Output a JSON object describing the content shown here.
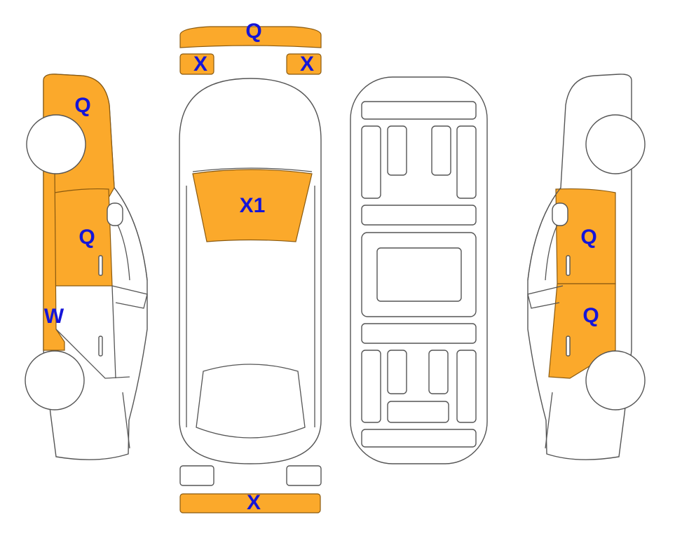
{
  "diagram": {
    "colors": {
      "damage_fill": "#FBA92B",
      "label": "#1515D8",
      "outline": "#555555"
    },
    "left_side": {
      "front_fender": "Q",
      "front_door": "Q",
      "rocker_panel": "W"
    },
    "top_view": {
      "front_bumper": "Q",
      "left_headlight": "X",
      "right_headlight": "X",
      "windshield": "X1",
      "rear_bumper": "X"
    },
    "right_side": {
      "front_door": "Q",
      "rear_door": "Q"
    }
  }
}
